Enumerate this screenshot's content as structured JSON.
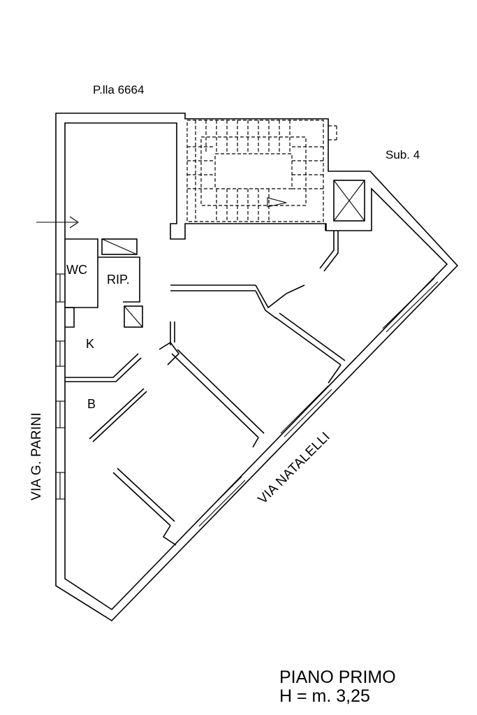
{
  "labels": {
    "parcel": "P.lla 6664",
    "sub": "Sub. 4",
    "wc": "WC",
    "rip": "RIP.",
    "kitchen": "K",
    "bath": "B",
    "street_left": "VIA G. PARINI",
    "street_diag": "VIA NATALELLI"
  },
  "title": {
    "line1": "PIANO PRIMO",
    "line2": "H = m. 3,25"
  }
}
